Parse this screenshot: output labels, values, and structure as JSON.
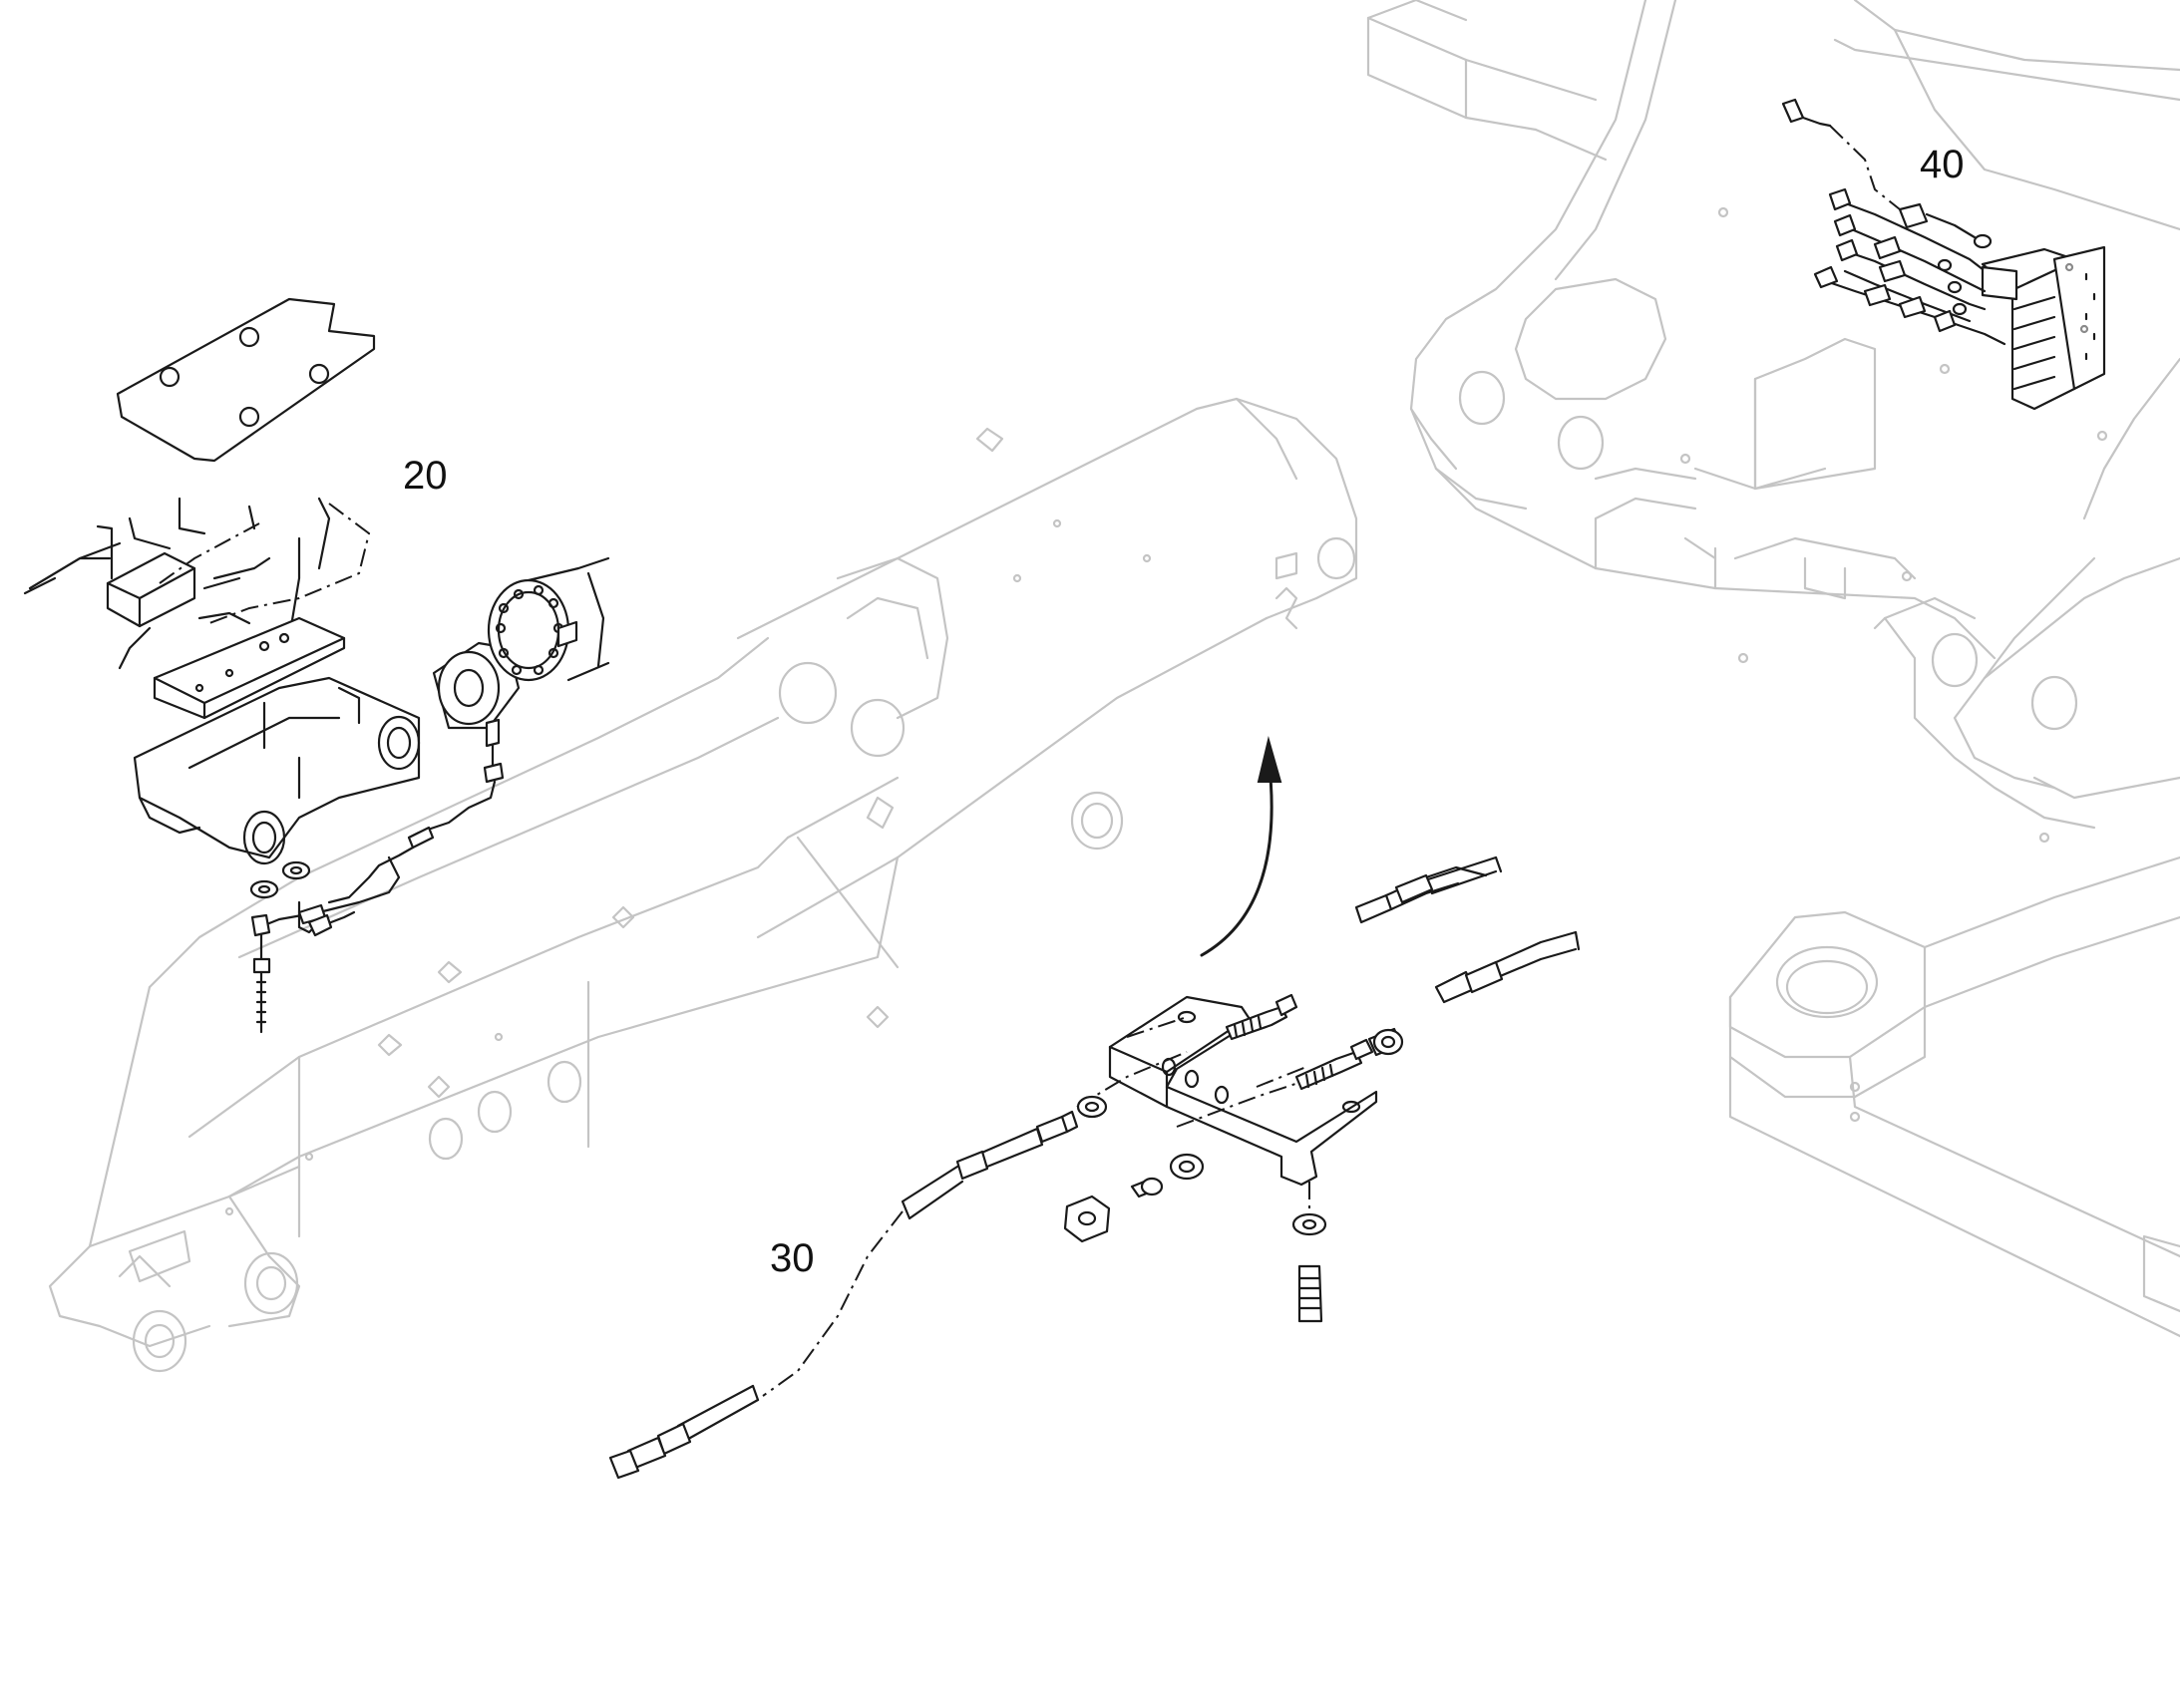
{
  "callouts": {
    "c20": "20",
    "c30": "30",
    "c40": "40"
  },
  "colors": {
    "context_line": "#c4c4c4",
    "part_line": "#1a1a1a",
    "label": "#111111"
  }
}
